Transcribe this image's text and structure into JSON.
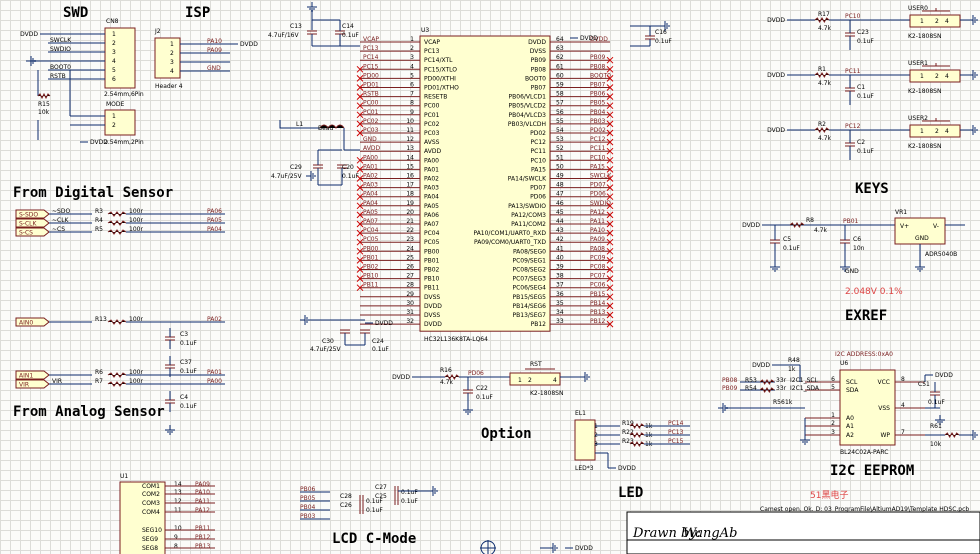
{
  "headings": {
    "swd": "SWD",
    "isp": "ISP",
    "digital_sensor": "From Digital Sensor",
    "analog_sensor": "From Analog Sensor",
    "keys": "KEYS",
    "exref": "EXREF",
    "option": "Option",
    "led": "LED",
    "lcd": "LCD C-Mode",
    "eeprom": "I2C EEPROM"
  },
  "mcu": {
    "ref": "U3",
    "part": "HC32L136K8TA-LQ64",
    "left_pins": [
      [
        "VCAP",
        "1"
      ],
      [
        "PC13",
        "2"
      ],
      [
        "PC14/XTL",
        "3"
      ],
      [
        "PC15/XTLO",
        "4"
      ],
      [
        "PD00/XTHI",
        "5"
      ],
      [
        "PD01/XTHO",
        "6"
      ],
      [
        "RESETB",
        "7"
      ],
      [
        "PC00",
        "8"
      ],
      [
        "PC01",
        "9"
      ],
      [
        "PC02",
        "10"
      ],
      [
        "PC03",
        "11"
      ],
      [
        "AVSS",
        "12"
      ],
      [
        "AVDD",
        "13"
      ],
      [
        "PA00",
        "14"
      ],
      [
        "PA01",
        "15"
      ],
      [
        "PA02",
        "16"
      ],
      [
        "PA03",
        "17"
      ],
      [
        "PA04",
        "18"
      ],
      [
        "PA05",
        "19"
      ],
      [
        "PA06",
        "20"
      ],
      [
        "PA07",
        "21"
      ],
      [
        "PC04",
        "22"
      ],
      [
        "PC05",
        "23"
      ],
      [
        "PB00",
        "24"
      ],
      [
        "PB01",
        "25"
      ],
      [
        "PB02",
        "26"
      ],
      [
        "PB10",
        "27"
      ],
      [
        "PB11",
        "28"
      ],
      [
        "DVSS",
        "29"
      ],
      [
        "DVDD",
        "30"
      ],
      [
        "DVSS",
        "31"
      ],
      [
        "DVDD",
        "32"
      ]
    ],
    "left_nets": [
      "VCAP",
      "PC13",
      "PC14",
      "PC15",
      "PD00",
      "PD01",
      "RSTB",
      "PC00",
      "PC01",
      "PC02",
      "PC03",
      "GND",
      "AVDD",
      "PA00",
      "PA01",
      "PA02",
      "PA03",
      "PA04",
      "PA04",
      "PA05",
      "PA07",
      "PC04",
      "PC05",
      "PB00",
      "PB01",
      "PB02",
      "PB10",
      "PB11",
      "",
      "",
      "",
      ""
    ],
    "right_pins": [
      [
        "DVDD",
        "64"
      ],
      [
        "DVSS",
        "63"
      ],
      [
        "PB09",
        "62"
      ],
      [
        "PB08",
        "61"
      ],
      [
        "BOOT0",
        "60"
      ],
      [
        "PB07",
        "59"
      ],
      [
        "PB06/VLCD1",
        "58"
      ],
      [
        "PB05/VLCD2",
        "57"
      ],
      [
        "PB04/VLCD3",
        "56"
      ],
      [
        "PB03/VLCDH",
        "55"
      ],
      [
        "PD02",
        "54"
      ],
      [
        "PC12",
        "53"
      ],
      [
        "PC11",
        "52"
      ],
      [
        "PC10",
        "51"
      ],
      [
        "PA15",
        "50"
      ],
      [
        "PA14/SWCLK",
        "49"
      ],
      [
        "PD07",
        "48"
      ],
      [
        "PD06",
        "47"
      ],
      [
        "PA13/SWDIO",
        "46"
      ],
      [
        "PA12/COM3",
        "45"
      ],
      [
        "PA11/COM2",
        "44"
      ],
      [
        "PA10/COM1/UART0_RXD",
        "43"
      ],
      [
        "PA09/COM0/UART0_TXD",
        "42"
      ],
      [
        "PA08/SEG0",
        "41"
      ],
      [
        "PC09/SEG1",
        "40"
      ],
      [
        "PC08/SEG2",
        "39"
      ],
      [
        "PC07/SEG3",
        "38"
      ],
      [
        "PC06/SEG4",
        "37"
      ],
      [
        "PB15/SEG5",
        "36"
      ],
      [
        "PB14/SEG6",
        "35"
      ],
      [
        "PB13/SEG7",
        "34"
      ],
      [
        "PB12",
        "33"
      ]
    ],
    "right_nets": [
      "DVDD",
      "",
      "PB09",
      "PB08",
      "BOOT0",
      "PB07",
      "PB06",
      "PB05",
      "PB04",
      "PB03",
      "PD02",
      "PC12",
      "PC11",
      "PC10",
      "PA15",
      "SWCLK",
      "PD07",
      "PD06",
      "SWDIO",
      "PA12",
      "PA11",
      "PA10",
      "PA09",
      "PA08",
      "PC09",
      "PC08",
      "PC07",
      "PC06",
      "PB15",
      "PB14",
      "PB13",
      "PB12"
    ]
  },
  "swd": {
    "ref": "CN8",
    "foot": "2.54mm,6Pin",
    "pins": [
      "1",
      "2",
      "3",
      "4",
      "5",
      "6"
    ],
    "nets": [
      "DVDD",
      "SWCLK",
      "SWDIO",
      "",
      "BOOT0",
      "RSTB"
    ],
    "r15": "R15",
    "r15v": "10k",
    "mode_ref": "MODE",
    "mode_foot": "2.54mm,2Pin",
    "mode_pins": [
      "1",
      "2"
    ],
    "dvdd": "DVDD"
  },
  "isp": {
    "ref": "J2",
    "foot": "Header 4",
    "pins": [
      "1",
      "2",
      "3",
      "4"
    ],
    "nets": [
      "PA10",
      "PA09",
      "",
      "GND"
    ],
    "dvdd": "DVDD"
  },
  "top_caps": {
    "c13": "C13",
    "c13v": "4.7uF/16V",
    "c14": "C14",
    "c14v": "0.1uF",
    "l1": "L1",
    "bead": "Bead",
    "c19": "C29",
    "c19v": "4.7uF/25V",
    "c20": "C20",
    "c20v": "0.1uF",
    "c16": "C16",
    "c16v": "0.1uF",
    "dvdd": "DVDD",
    "c30": "C30",
    "c30v": "4.7uF/25V",
    "c24": "C24",
    "c24v": "0.1uF"
  },
  "digital": {
    "ports": [
      "S-SDO",
      "S-CLK",
      "S-CS"
    ],
    "nets": [
      "~SDO",
      "~CLK",
      "~CS"
    ],
    "refs": [
      "R3",
      "R4",
      "R5"
    ],
    "vals": [
      "100r",
      "100r",
      "100r"
    ],
    "mcu": [
      "PA06",
      "PA05",
      "PA04"
    ]
  },
  "analog": {
    "ports": [
      "AIN0",
      "AIN1",
      "VIR"
    ],
    "refs": [
      "R13",
      "R6",
      "R7"
    ],
    "vals": [
      "100r",
      "100r",
      "100r"
    ],
    "mcu": [
      "PA02",
      "PA01",
      "PA00"
    ],
    "caps": [
      "C3",
      "C37",
      "C4"
    ],
    "capv": [
      "0.1uF",
      "0.1uF",
      "0.1uF"
    ],
    "vir": "VIR"
  },
  "keys": {
    "rows": [
      {
        "r": "R17",
        "rv": "4.7k",
        "net": "PC10",
        "c": "C23",
        "cv": "0.1uF",
        "sw": "USER0"
      },
      {
        "r": "R1",
        "rv": "4.7k",
        "net": "PC11",
        "c": "C1",
        "cv": "0.1uF",
        "sw": "USER1"
      },
      {
        "r": "R2",
        "rv": "4.7k",
        "net": "PC12",
        "c": "C2",
        "cv": "0.1uF",
        "sw": "USER2"
      }
    ],
    "sw_part": "K2-1808SN",
    "dvdd": "DVDD"
  },
  "exref": {
    "vr": "VR1",
    "vr_part": "ADR5040B",
    "vin": "V+",
    "vout": "V-",
    "gnd": "GND",
    "r8": "R8",
    "r8v": "4.7k",
    "net": "PB01",
    "c5": "C5",
    "c5v": "0.1uF",
    "c6": "C6",
    "c6v": "10n",
    "note": "2.048V 0.1%",
    "dvdd": "DVDD",
    "gndl": "GND"
  },
  "option": {
    "r16": "R16",
    "r16v": "4.7k",
    "net": "PD06",
    "c22": "C22",
    "c22v": "0.1uF",
    "rst": "RST",
    "sw_part": "K2-1808SN",
    "dvdd": "DVDD"
  },
  "led": {
    "ref": "EL1",
    "part": "LED*3",
    "refs": [
      "R19",
      "R22",
      "R23"
    ],
    "vals": [
      "1k",
      "1k",
      "1k"
    ],
    "nets": [
      "PC14",
      "PC13",
      "PC15"
    ],
    "dvdd": "DVDD"
  },
  "eeprom": {
    "addr": "I2C ADDRESS:0xA0",
    "ref": "U6",
    "part": "BL24C02A-PARC",
    "r48": "R48",
    "r48v": "1k",
    "r53": "R53",
    "r54": "R54",
    "rv": "33r",
    "nets": [
      "PB08",
      "PB09"
    ],
    "bus": [
      "I2C1_SCL",
      "I2C1_SDA"
    ],
    "r56": "R56",
    "r56v": "1k",
    "r61": "R61",
    "r61v": "10k",
    "c51": "C51",
    "c51v": "0.1uF",
    "dvdd": "DVDD",
    "pins_l": [
      [
        "SCL",
        "6"
      ],
      [
        "SDA",
        "5"
      ],
      [
        "A0",
        "1"
      ],
      [
        "A1",
        "2"
      ],
      [
        "A2",
        "3"
      ]
    ],
    "pins_r": [
      [
        "VCC",
        "8"
      ],
      [
        "VSS",
        "4"
      ],
      [
        "WP",
        "7"
      ]
    ]
  },
  "lcd": {
    "nets_l": [
      "PB06",
      "PB05",
      "PB04",
      "PB03"
    ],
    "caps": [
      "C28",
      "C27",
      "C26",
      "C25"
    ],
    "capv": [
      "0.1uF",
      "0.1uF",
      "0.1uF",
      "0.1uF"
    ]
  },
  "u1": {
    "ref": "U1",
    "pins": [
      [
        "COM1",
        "14",
        "PA09"
      ],
      [
        "COM2",
        "13",
        "PA10"
      ],
      [
        "COM3",
        "12",
        "PA11"
      ],
      [
        "COM4",
        "11",
        "PA12"
      ],
      [
        "SEG10",
        "10",
        "PB11"
      ],
      [
        "SEG9",
        "9",
        "PB12"
      ],
      [
        "SEG8",
        "8",
        "PB13"
      ]
    ]
  },
  "misc": {
    "brand": "51黑电子",
    "path": "Camest open. Ok. D: 03_ProgramFile\\AltiumAD19\\Template HDSC.pcb",
    "drawn_label": "Drawn by:",
    "drawn_name": "WangAb",
    "dvdd": "DVDD"
  }
}
